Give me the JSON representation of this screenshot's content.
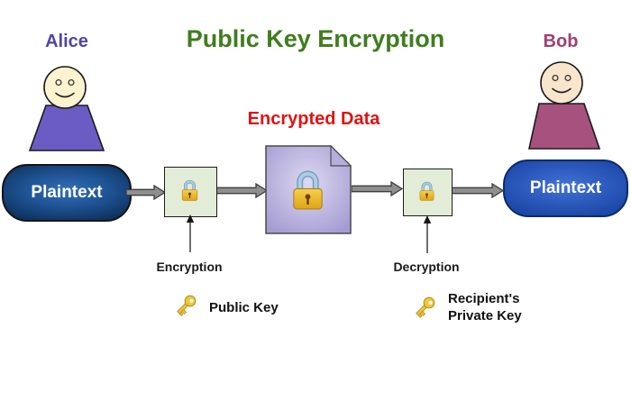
{
  "title": "Public Key Encryption",
  "actors": {
    "sender": {
      "name": "Alice"
    },
    "receiver": {
      "name": "Bob"
    }
  },
  "nodes": {
    "plaintext_left": {
      "label": "Plaintext"
    },
    "plaintext_right": {
      "label": "Plaintext"
    },
    "encrypted_data": {
      "label": "Encrypted Data"
    }
  },
  "steps": {
    "encryption": {
      "label": "Encryption",
      "key_label": "Public Key"
    },
    "decryption": {
      "label": "Decryption",
      "key_label_line1": "Recipient's",
      "key_label_line2": "Private Key"
    }
  },
  "icons": {
    "padlock": "padlock-icon",
    "key": "key-icon",
    "person": "person-icon",
    "arrow": "arrow-right-icon"
  },
  "colors": {
    "title_green": "#3f7d1e",
    "alice_text": "#5044a4",
    "bob_text": "#9e3e74",
    "encrypted_data_red": "#e01212",
    "alice_body": "#6a5cc2",
    "bob_body": "#a6517e",
    "alice_face": "#fdf3cf",
    "bob_face": "#f9e4cc",
    "plaintext_left_fill": "#1d5191",
    "plaintext_right_fill": "#2a57ba",
    "lock_box_green": "#e3ecd6",
    "document_purple": "#a59cd2",
    "lock_gold": "#eeb82c",
    "lock_shackle_blue": "#aecde2",
    "key_gold": "#eec73e",
    "arrow_gray": "#8f8f8f"
  }
}
